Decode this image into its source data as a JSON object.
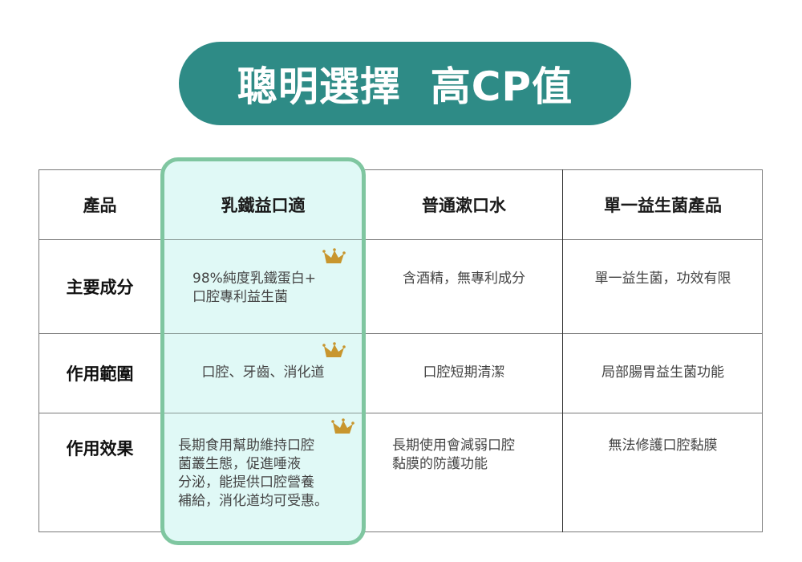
{
  "title": "聰明選擇  高CP值",
  "colors": {
    "title_bg": "#2E8B86",
    "highlight_border": "#7FC6A0",
    "highlight_fill": "#E0F9F6",
    "crown": "#C8962E"
  },
  "table": {
    "headers": [
      "產品",
      "乳鐵益口適",
      "普通漱口水",
      "單一益生菌產品"
    ],
    "rows": [
      {
        "label": "主要成分",
        "featured": "98%純度乳鐵蛋白+\n口腔專利益生菌",
        "featured_lines": [
          "98%純度乳鐵蛋白+",
          "口腔專利益生菌"
        ],
        "mouthwash": "含酒精，無專利成分",
        "probiotic": "單一益生菌，功效有限"
      },
      {
        "label": "作用範圍",
        "featured": "口腔、牙齒、消化道",
        "mouthwash": "口腔短期清潔",
        "probiotic": "局部腸胃益生菌功能"
      },
      {
        "label": "作用效果",
        "featured_lines": [
          "長期食用幫助維持口腔",
          "菌叢生態，促進唾液",
          "分泌，能提供口腔營養",
          "補給，消化道均可受惠。"
        ],
        "mouthwash_lines": [
          "長期使用會減弱口腔",
          "黏膜的防護功能"
        ],
        "probiotic": "無法修護口腔黏膜"
      }
    ]
  },
  "icons": {
    "crown": "crown-icon"
  }
}
